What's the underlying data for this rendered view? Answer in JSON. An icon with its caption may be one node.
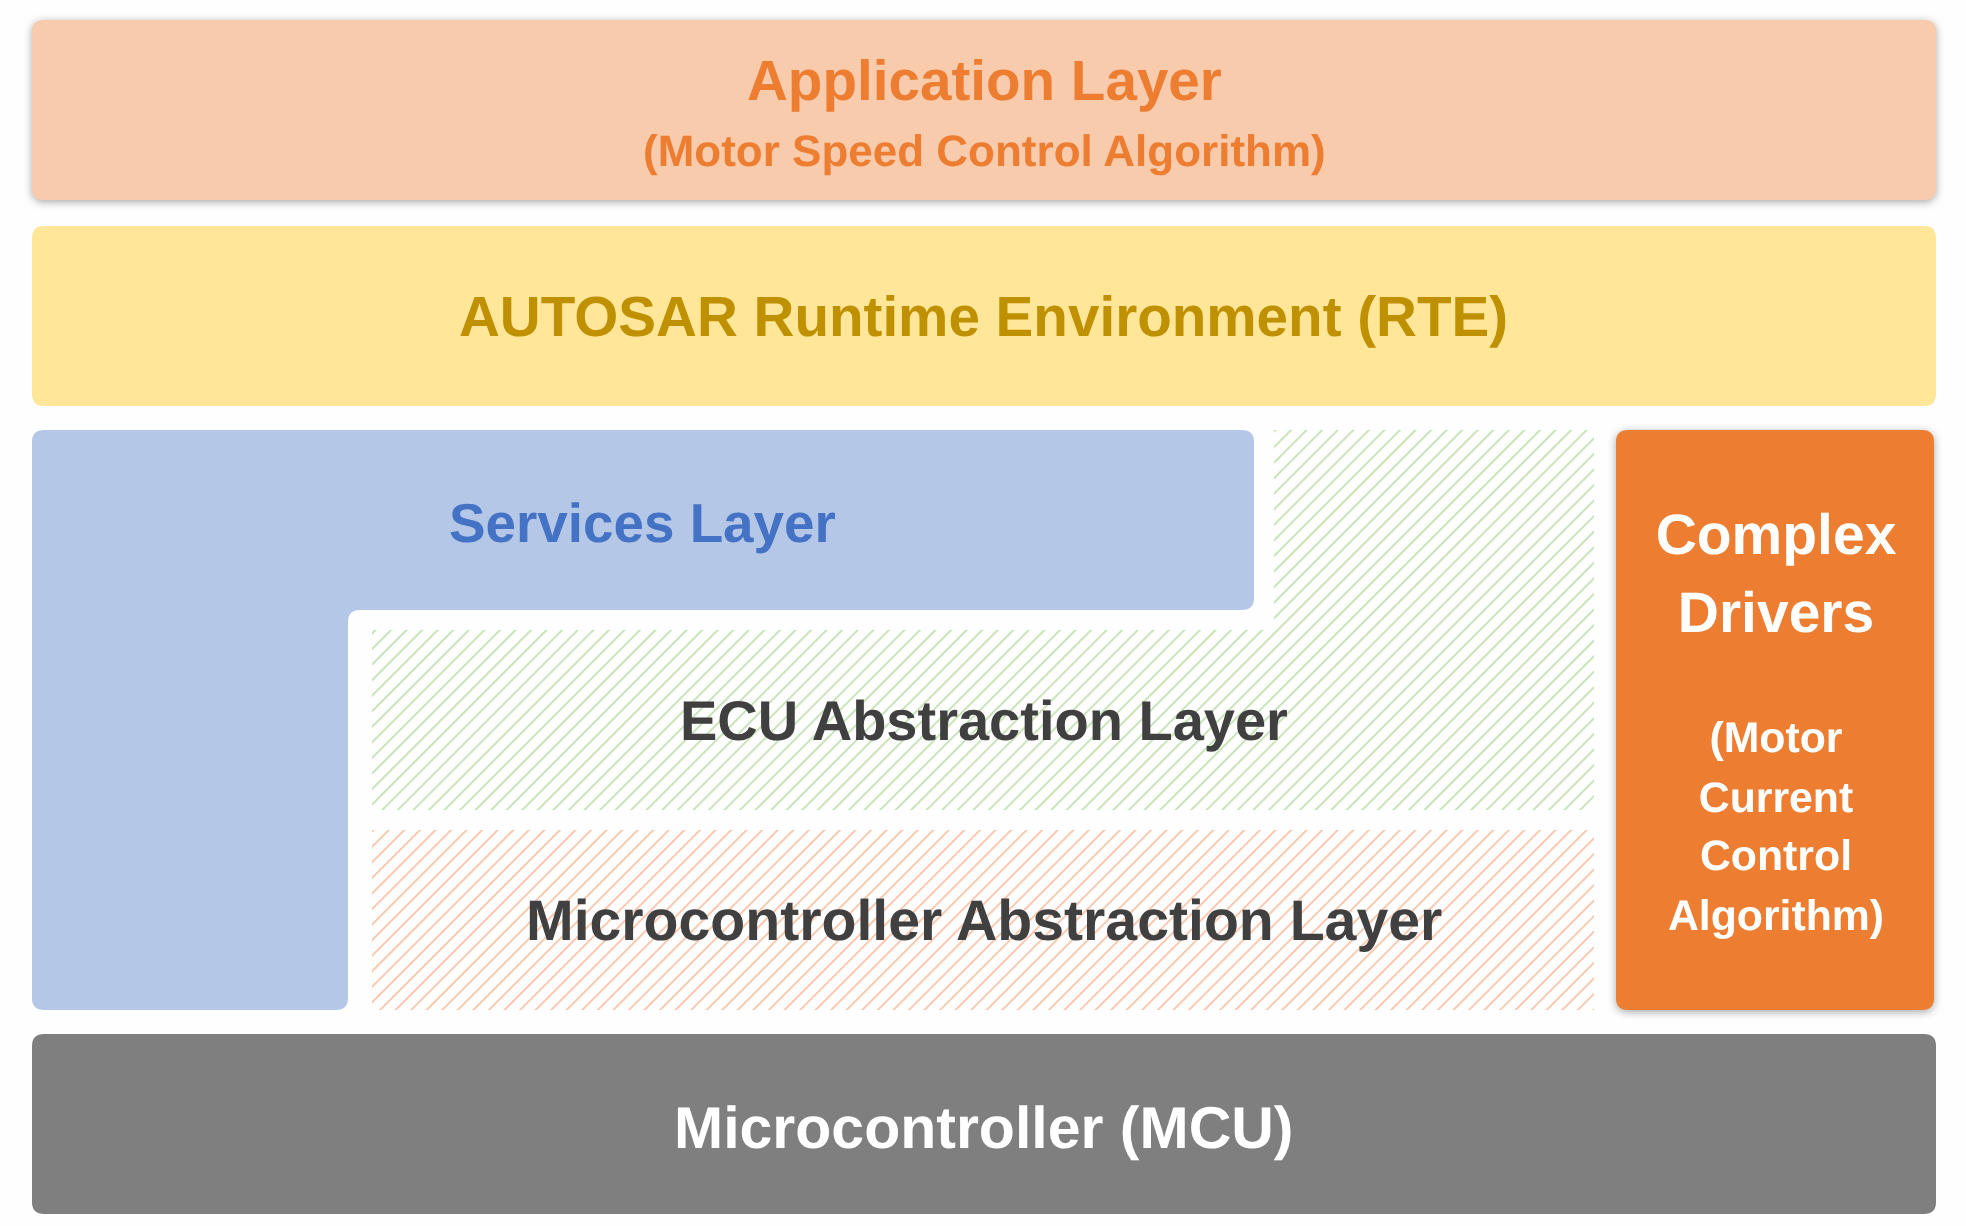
{
  "diagram": {
    "nodes": [
      {
        "text": [
          "Application Layer",
          "(Motor Speed Control Algorithm)"
        ]
      },
      {
        "text": [
          "AUTOSAR Runtime Environment (RTE)"
        ]
      },
      {
        "text": [
          "Services Layer"
        ]
      },
      {
        "text": [
          "ECU Abstraction Layer"
        ]
      },
      {
        "text": [
          "Microcontroller Abstraction Layer"
        ]
      },
      {
        "text": [
          "Complex Drivers",
          "(Motor Current Control Algorithm)"
        ]
      },
      {
        "text": [
          "Microcontroller (MCU)"
        ]
      }
    ]
  }
}
